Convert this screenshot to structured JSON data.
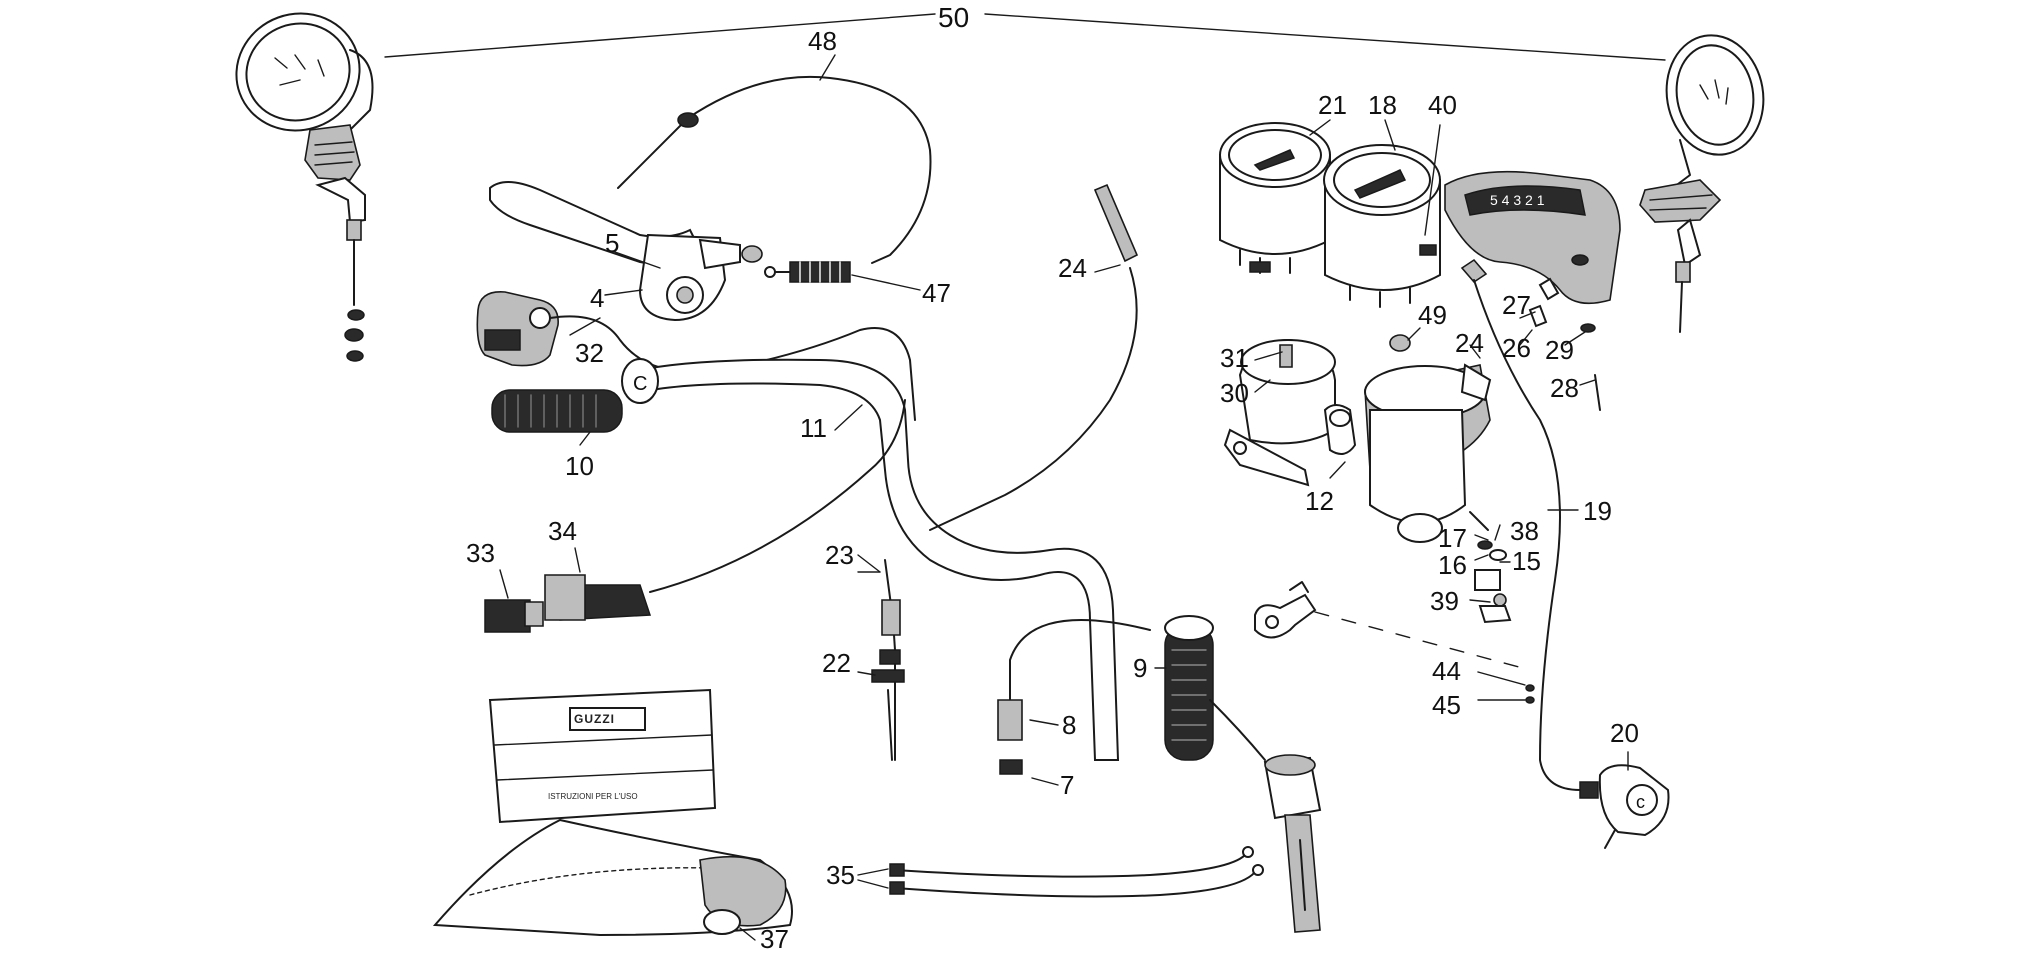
{
  "diagram": {
    "callouts": [
      {
        "id": "50",
        "text": "50"
      },
      {
        "id": "48",
        "text": "48"
      },
      {
        "id": "47",
        "text": "47"
      },
      {
        "id": "5",
        "text": "5"
      },
      {
        "id": "4",
        "text": "4"
      },
      {
        "id": "32",
        "text": "32"
      },
      {
        "id": "10",
        "text": "10"
      },
      {
        "id": "11",
        "text": "11"
      },
      {
        "id": "24a",
        "text": "24"
      },
      {
        "id": "33",
        "text": "33"
      },
      {
        "id": "34",
        "text": "34"
      },
      {
        "id": "23",
        "text": "23"
      },
      {
        "id": "22",
        "text": "22"
      },
      {
        "id": "8",
        "text": "8"
      },
      {
        "id": "7",
        "text": "7"
      },
      {
        "id": "9",
        "text": "9"
      },
      {
        "id": "35",
        "text": "35"
      },
      {
        "id": "37",
        "text": "37"
      },
      {
        "id": "21",
        "text": "21"
      },
      {
        "id": "18",
        "text": "18"
      },
      {
        "id": "40",
        "text": "40"
      },
      {
        "id": "31",
        "text": "31"
      },
      {
        "id": "30",
        "text": "30"
      },
      {
        "id": "49",
        "text": "49"
      },
      {
        "id": "24b",
        "text": "24"
      },
      {
        "id": "27",
        "text": "27"
      },
      {
        "id": "26",
        "text": "26"
      },
      {
        "id": "29",
        "text": "29"
      },
      {
        "id": "28",
        "text": "28"
      },
      {
        "id": "12",
        "text": "12"
      },
      {
        "id": "19",
        "text": "19"
      },
      {
        "id": "17",
        "text": "17"
      },
      {
        "id": "38",
        "text": "38"
      },
      {
        "id": "16",
        "text": "16"
      },
      {
        "id": "15",
        "text": "15"
      },
      {
        "id": "39",
        "text": "39"
      },
      {
        "id": "44",
        "text": "44"
      },
      {
        "id": "45",
        "text": "45"
      },
      {
        "id": "20",
        "text": "20"
      }
    ],
    "booklet": {
      "brand": "GUZZI",
      "caption": "ISTRUZIONI PER L'USO"
    },
    "gear_indicator_text": "5 4 3 2 1"
  }
}
